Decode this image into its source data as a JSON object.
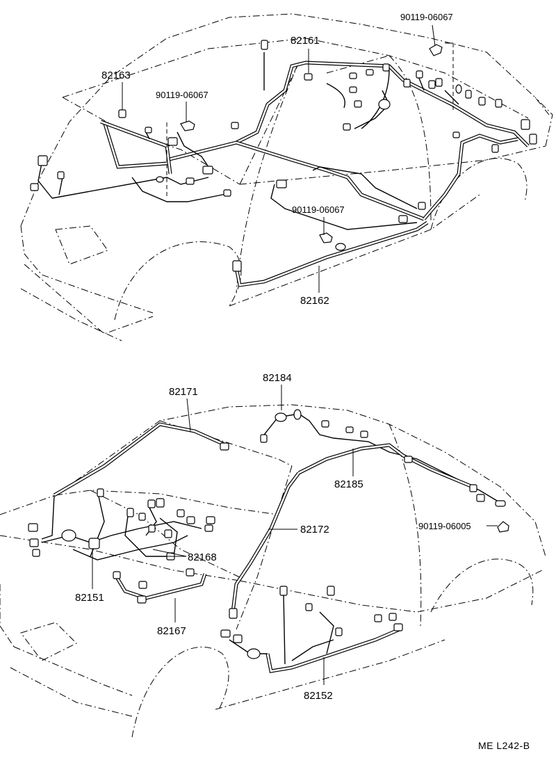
{
  "top_view": {
    "labels": {
      "p82161": "82161",
      "p82163": "82163",
      "p82162": "82162",
      "clip_upper_right": "90119-06067",
      "clip_upper_left": "90119-06067",
      "clip_middle": "90119-06067"
    }
  },
  "bottom_view": {
    "labels": {
      "p82171": "82171",
      "p82184": "82184",
      "p82185": "82185",
      "p82172": "82172",
      "clip_right": "90119-06005",
      "p82168": "82168",
      "p82151": "82151",
      "p82167": "82167",
      "p82152": "82152"
    }
  },
  "footer": {
    "reference_code": "ME  L242-B"
  },
  "icons": {
    "connector": "connector-icon",
    "clip": "clip-icon",
    "grommet": "grommet-icon"
  }
}
